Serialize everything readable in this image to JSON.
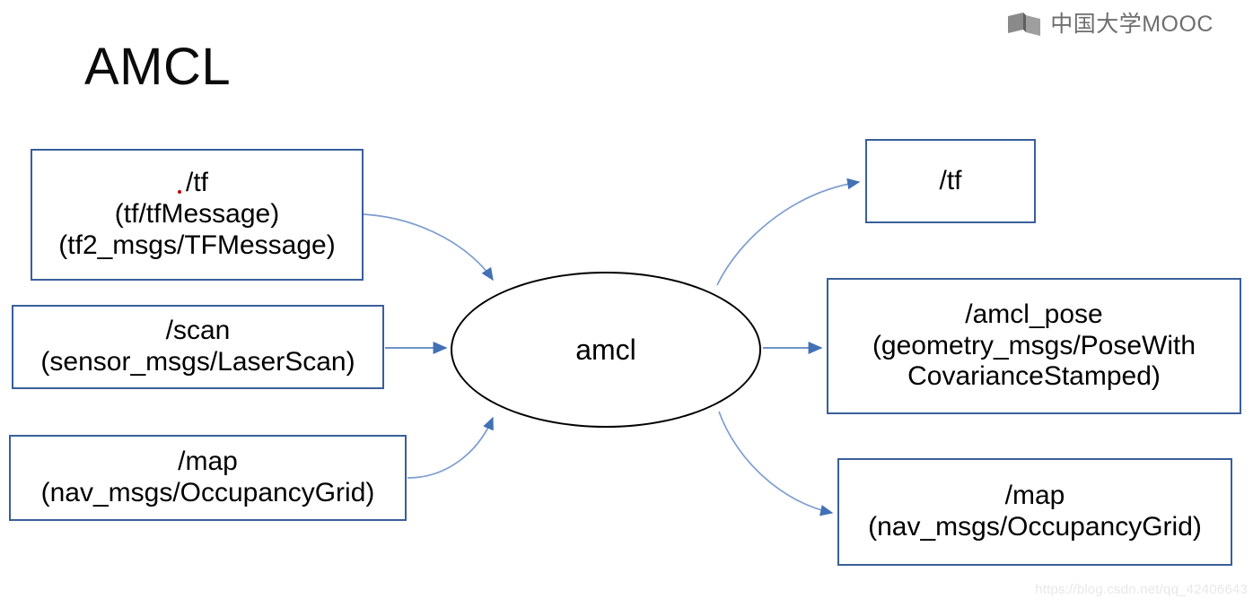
{
  "brand": {
    "name": "中国大学MOOC",
    "mark_icon": "mooc-book-logo-icon"
  },
  "title": "AMCL",
  "center_node": {
    "label": "amcl",
    "shape": "ellipse"
  },
  "inputs": [
    {
      "id": "tf-in",
      "topic": "/tf",
      "lines": [
        "/tf",
        "(tf/tfMessage)",
        "(tf2_msgs/TFMessage)"
      ],
      "arrow_name": "arrow-tf-to-amcl"
    },
    {
      "id": "scan-in",
      "topic": "/scan",
      "lines": [
        "/scan",
        "(sensor_msgs/LaserScan)"
      ],
      "arrow_name": "arrow-scan-to-amcl"
    },
    {
      "id": "map-in",
      "topic": "/map",
      "lines": [
        "/map",
        "(nav_msgs/OccupancyGrid)"
      ],
      "arrow_name": "arrow-map-to-amcl"
    }
  ],
  "outputs": [
    {
      "id": "tf-out",
      "topic": "/tf",
      "lines": [
        "/tf"
      ],
      "arrow_name": "arrow-amcl-to-tf"
    },
    {
      "id": "pose-out",
      "topic": "/amcl_pose",
      "lines": [
        "/amcl_pose",
        "(geometry_msgs/PoseWith",
        "CovarianceStamped)"
      ],
      "arrow_name": "arrow-amcl-to-amcl-pose"
    },
    {
      "id": "map-out",
      "topic": "/map",
      "lines": [
        "/map",
        "(nav_msgs/OccupancyGrid)"
      ],
      "arrow_name": "arrow-amcl-to-map"
    }
  ],
  "watermark": "https://blog.csdn.net/qq_42406643",
  "colors": {
    "box_border": "#3a5f9a",
    "arrow": "#6f93c9",
    "ellipse_border": "#000000",
    "brand_text": "#6e6e6e",
    "stray_dot": "#c00000",
    "background": "#ffffff"
  }
}
